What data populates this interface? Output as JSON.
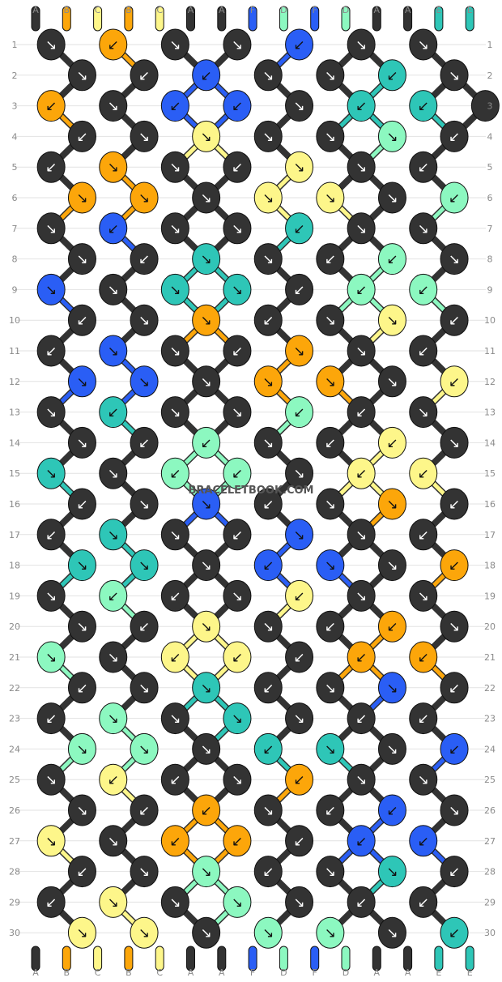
{
  "watermark": "BRACELETBOOK.COM",
  "strings_top": [
    "A",
    "B",
    "C",
    "B",
    "C",
    "A",
    "A",
    "F",
    "D",
    "F",
    "D",
    "A",
    "A",
    "E",
    "E"
  ],
  "strings_bottom": [
    "A",
    "B",
    "C",
    "B",
    "C",
    "A",
    "A",
    "F",
    "D",
    "F",
    "D",
    "A",
    "A",
    "E",
    "E"
  ],
  "row_labels": [
    "1",
    "2",
    "3",
    "4",
    "5",
    "6",
    "7",
    "8",
    "9",
    "10",
    "11",
    "12",
    "13",
    "14",
    "15",
    "16",
    "17",
    "18",
    "19",
    "20",
    "21",
    "22",
    "23",
    "24",
    "25",
    "26",
    "27",
    "28",
    "29",
    "30"
  ],
  "colors": {
    "A": "#333333",
    "B": "#fca60a",
    "C": "#fdf68a",
    "D": "#8cf8c0",
    "E": "#2ec6b7",
    "F": "#2a5ef5"
  },
  "knots": [
    [
      "A↘",
      "B↙",
      "A↘",
      "A↘",
      "F↙",
      "A↘",
      "A↘"
    ],
    [
      "A↘",
      "A↙",
      "F↙",
      "A↘",
      "A↘",
      "E↙",
      "A↘"
    ],
    [
      "B↙",
      "A↘",
      "F↙",
      "F↙",
      "A↘",
      "E↙",
      "E↙",
      "A"
    ],
    [
      "A↙",
      "A↘",
      "C↘",
      "A↘",
      "A↘",
      "D↘",
      "A↙"
    ],
    [
      "A↙",
      "B↘",
      "A↘",
      "A↙",
      "C↘",
      "A↘",
      "A↙"
    ],
    [
      "B↘",
      "B↘",
      "A↘",
      "C↘",
      "C↘",
      "A↘",
      "D↙"
    ],
    [
      "A↘",
      "F↙",
      "A↘",
      "A↘",
      "E↙",
      "A↘",
      "A↘"
    ],
    [
      "A↘",
      "A↙",
      "E↘",
      "A↘",
      "A↙",
      "D↙",
      "A↘"
    ],
    [
      "F↘",
      "A↘",
      "E↘",
      "E↘",
      "A↙",
      "D↙",
      "D↙"
    ],
    [
      "A↙",
      "A↘",
      "B↘",
      "A↙",
      "A↘",
      "C↘",
      "A↙"
    ],
    [
      "A↙",
      "F↘",
      "A↘",
      "A↙",
      "B↘",
      "A↘",
      "A↙"
    ],
    [
      "F↘",
      "F↘",
      "A↘",
      "B↘",
      "B↘",
      "A↘",
      "C↙"
    ],
    [
      "A↘",
      "E↙",
      "A↘",
      "A↘",
      "D↙",
      "A↙",
      "A↘"
    ],
    [
      "A↘",
      "A↙",
      "D↙",
      "A↘",
      "A↙",
      "C↙",
      "A↘"
    ],
    [
      "E↘",
      "A↘",
      "D↙",
      "D↙",
      "A↘",
      "C↙",
      "C↙"
    ],
    [
      "A↙",
      "A↘",
      "F↘",
      "A↙",
      "A↘",
      "B↘",
      "A↙"
    ],
    [
      "A↙",
      "E↘",
      "A↘",
      "A↙",
      "F↘",
      "A↘",
      "A↙"
    ],
    [
      "E↘",
      "E↘",
      "A↘",
      "F↙",
      "F↘",
      "A↘",
      "B↙"
    ],
    [
      "A↘",
      "D↙",
      "A↙",
      "A↘",
      "C↙",
      "A↘",
      "A↘"
    ],
    [
      "A↘",
      "A↙",
      "C↘",
      "A↘",
      "A↙",
      "B↙",
      "A↘"
    ],
    [
      "D↘",
      "A↘",
      "C↙",
      "C↙",
      "A↙",
      "B↙",
      "B↙"
    ],
    [
      "A↙",
      "A↘",
      "E↘",
      "A↙",
      "A↘",
      "F↘",
      "A↙"
    ],
    [
      "A↙",
      "D↘",
      "A↘",
      "E↘",
      "A↘",
      "A↙",
      "A↙"
    ],
    [
      "D↘",
      "D↘",
      "A↘",
      "E↙",
      "E↘",
      "A↘",
      "F↙"
    ],
    [
      "A↘",
      "C↙",
      "A↙",
      "A↘",
      "B↙",
      "A↘",
      "A↘"
    ],
    [
      "A↘",
      "A↙",
      "B↙",
      "A↘",
      "A↙",
      "F↙",
      "A↘"
    ],
    [
      "C↘",
      "A↘",
      "B↙",
      "B↙",
      "A↙",
      "F↙",
      "F↙"
    ],
    [
      "A↙",
      "A↘",
      "D↘",
      "A↙",
      "A↘",
      "E↘",
      "A↙"
    ],
    [
      "A↙",
      "C↘",
      "A↘",
      "D↘",
      "A↘",
      "A↙",
      "A↙"
    ],
    [
      "C↘",
      "C↘",
      "A↘",
      "D↘",
      "D↘",
      "A↘",
      "E↙"
    ]
  ]
}
